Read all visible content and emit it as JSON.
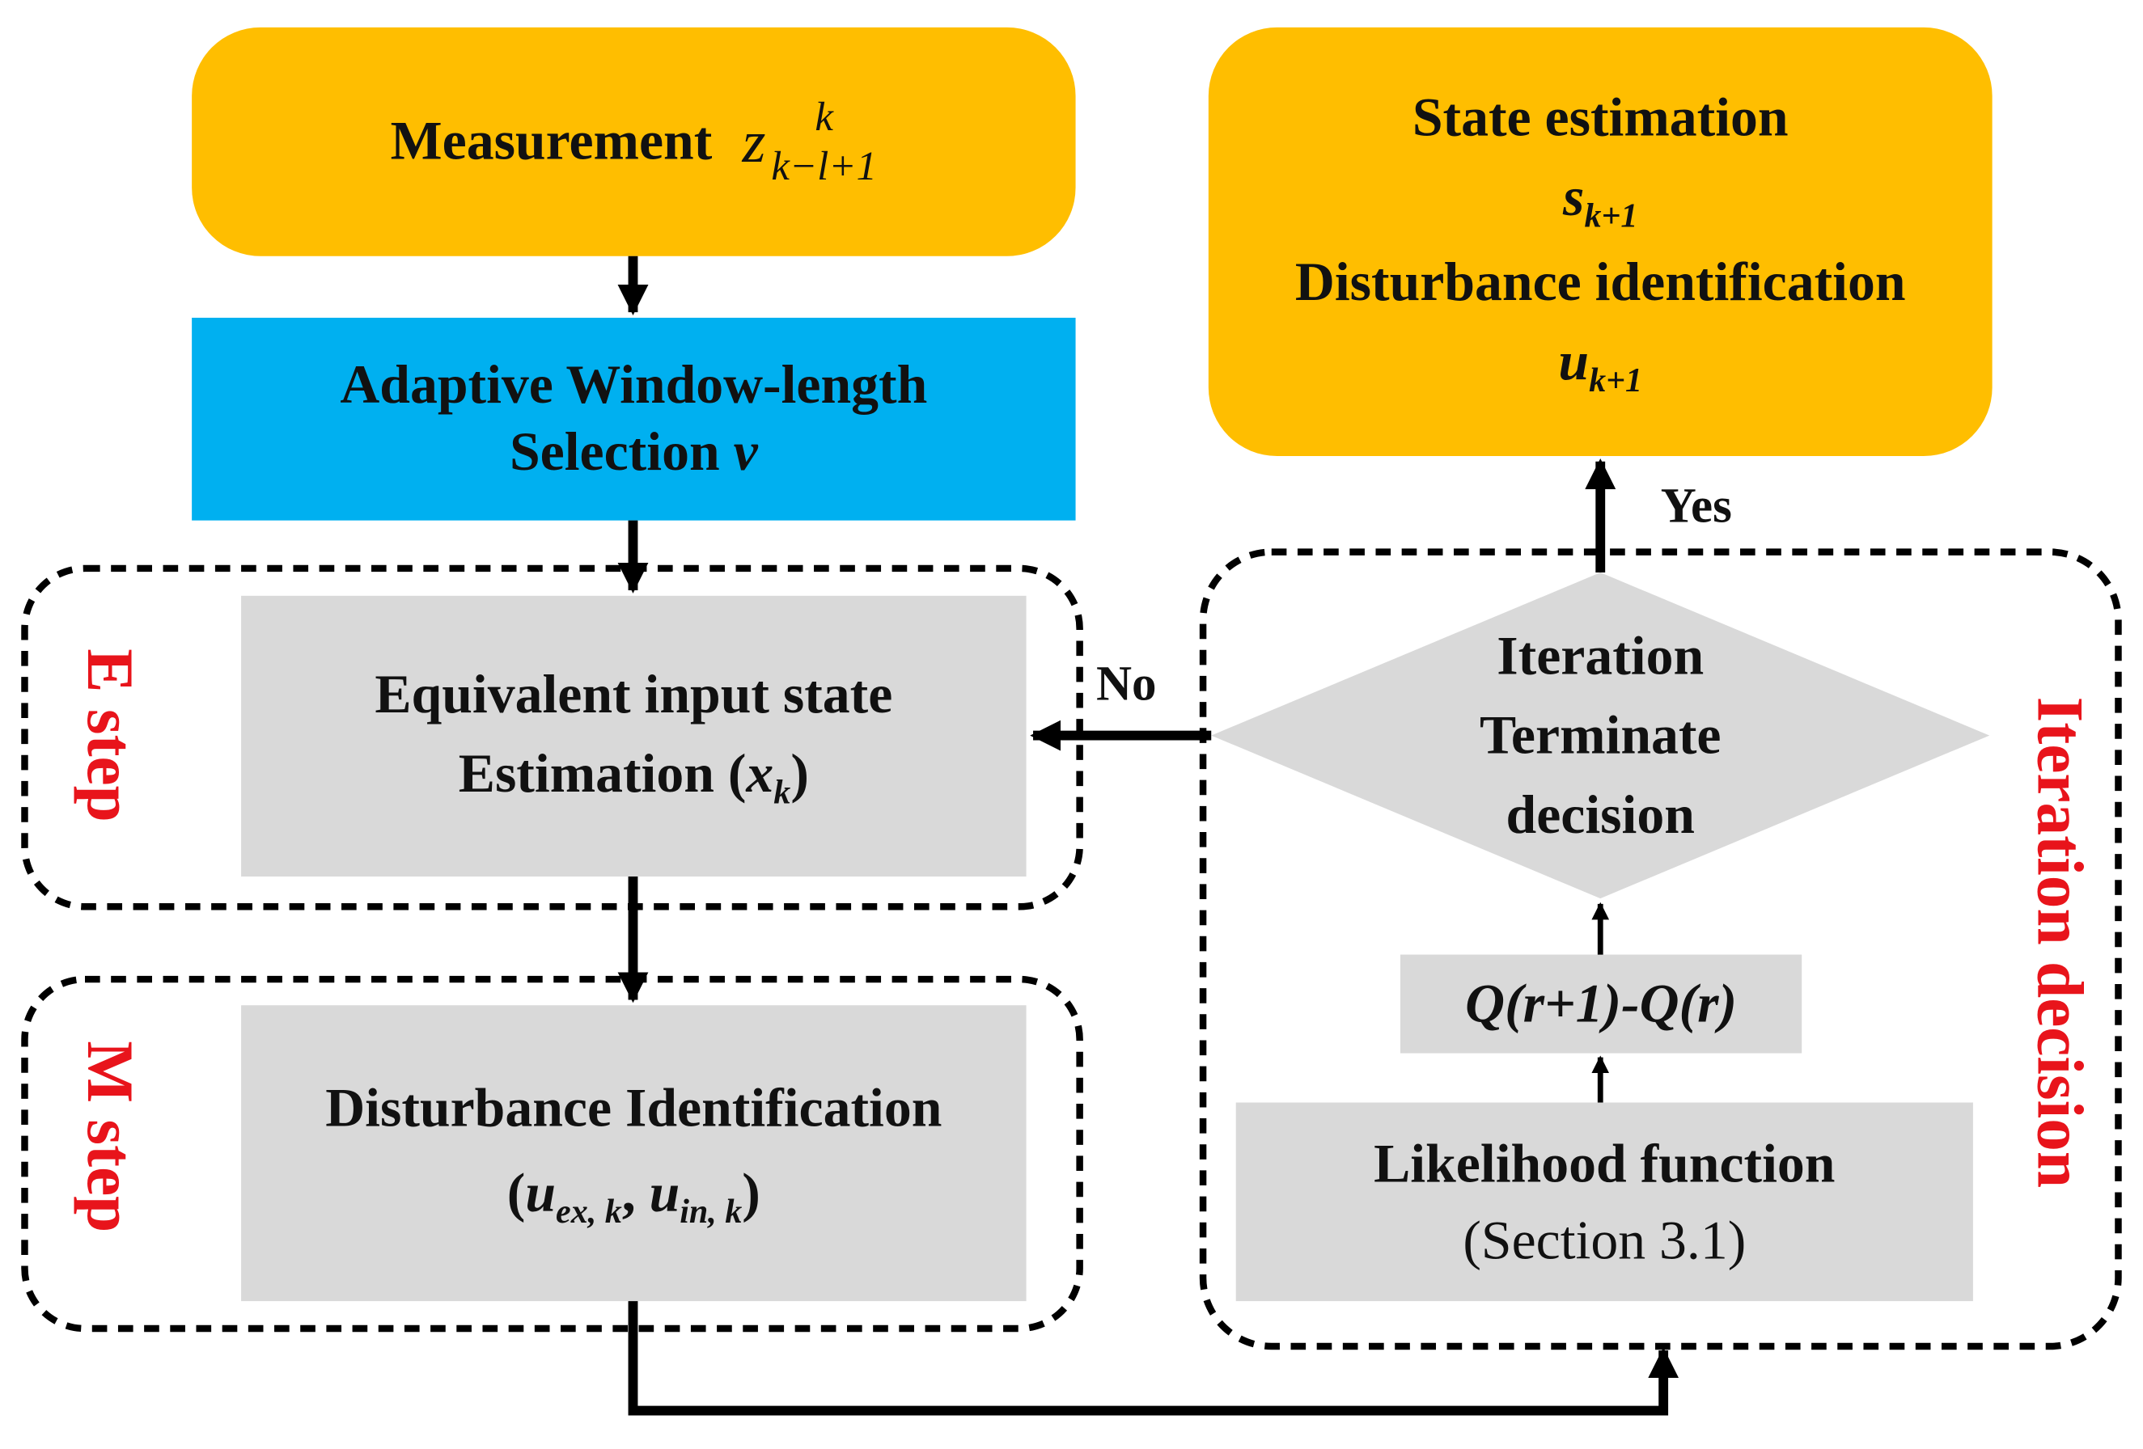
{
  "colors": {
    "terminal": "#ffbe00",
    "process_blue": "#00b0f0",
    "process_gray": "#d9d9d9",
    "step_label": "#e8141b",
    "line": "#000000"
  },
  "nodes": {
    "measurement": {
      "label": "Measurement",
      "symbol": "z",
      "sup": "k",
      "sub": "k−l+1"
    },
    "window": {
      "line1": "Adaptive Window-length",
      "line2": "Selection",
      "var": "v"
    },
    "e_box": {
      "line1": "Equivalent input state",
      "line2": "Estimation (",
      "var": "x",
      "sub": "k",
      "close": ")"
    },
    "m_box": {
      "line1": "Disturbance Identification",
      "open": "(",
      "var1": "u",
      "sub1": "ex, k",
      "sep": ", ",
      "var2": "u",
      "sub2": "in, k",
      "close": ")"
    },
    "output": {
      "line1": "State estimation",
      "s_var": "s",
      "s_sub": "k+1",
      "line3": "Disturbance identification",
      "u_var": "u",
      "u_sub": "k+1"
    },
    "decision": {
      "line1": "Iteration",
      "line2": "Terminate",
      "line3": "decision"
    },
    "q_diff": {
      "label": "Q(r+1)-Q(r)"
    },
    "likelihood": {
      "line1": "Likelihood function",
      "line2": "(Section 3.1)"
    }
  },
  "groups": {
    "e_step": "E step",
    "m_step": "M step",
    "iteration": "Iteration decision"
  },
  "edges": {
    "yes": "Yes",
    "no": "No"
  }
}
